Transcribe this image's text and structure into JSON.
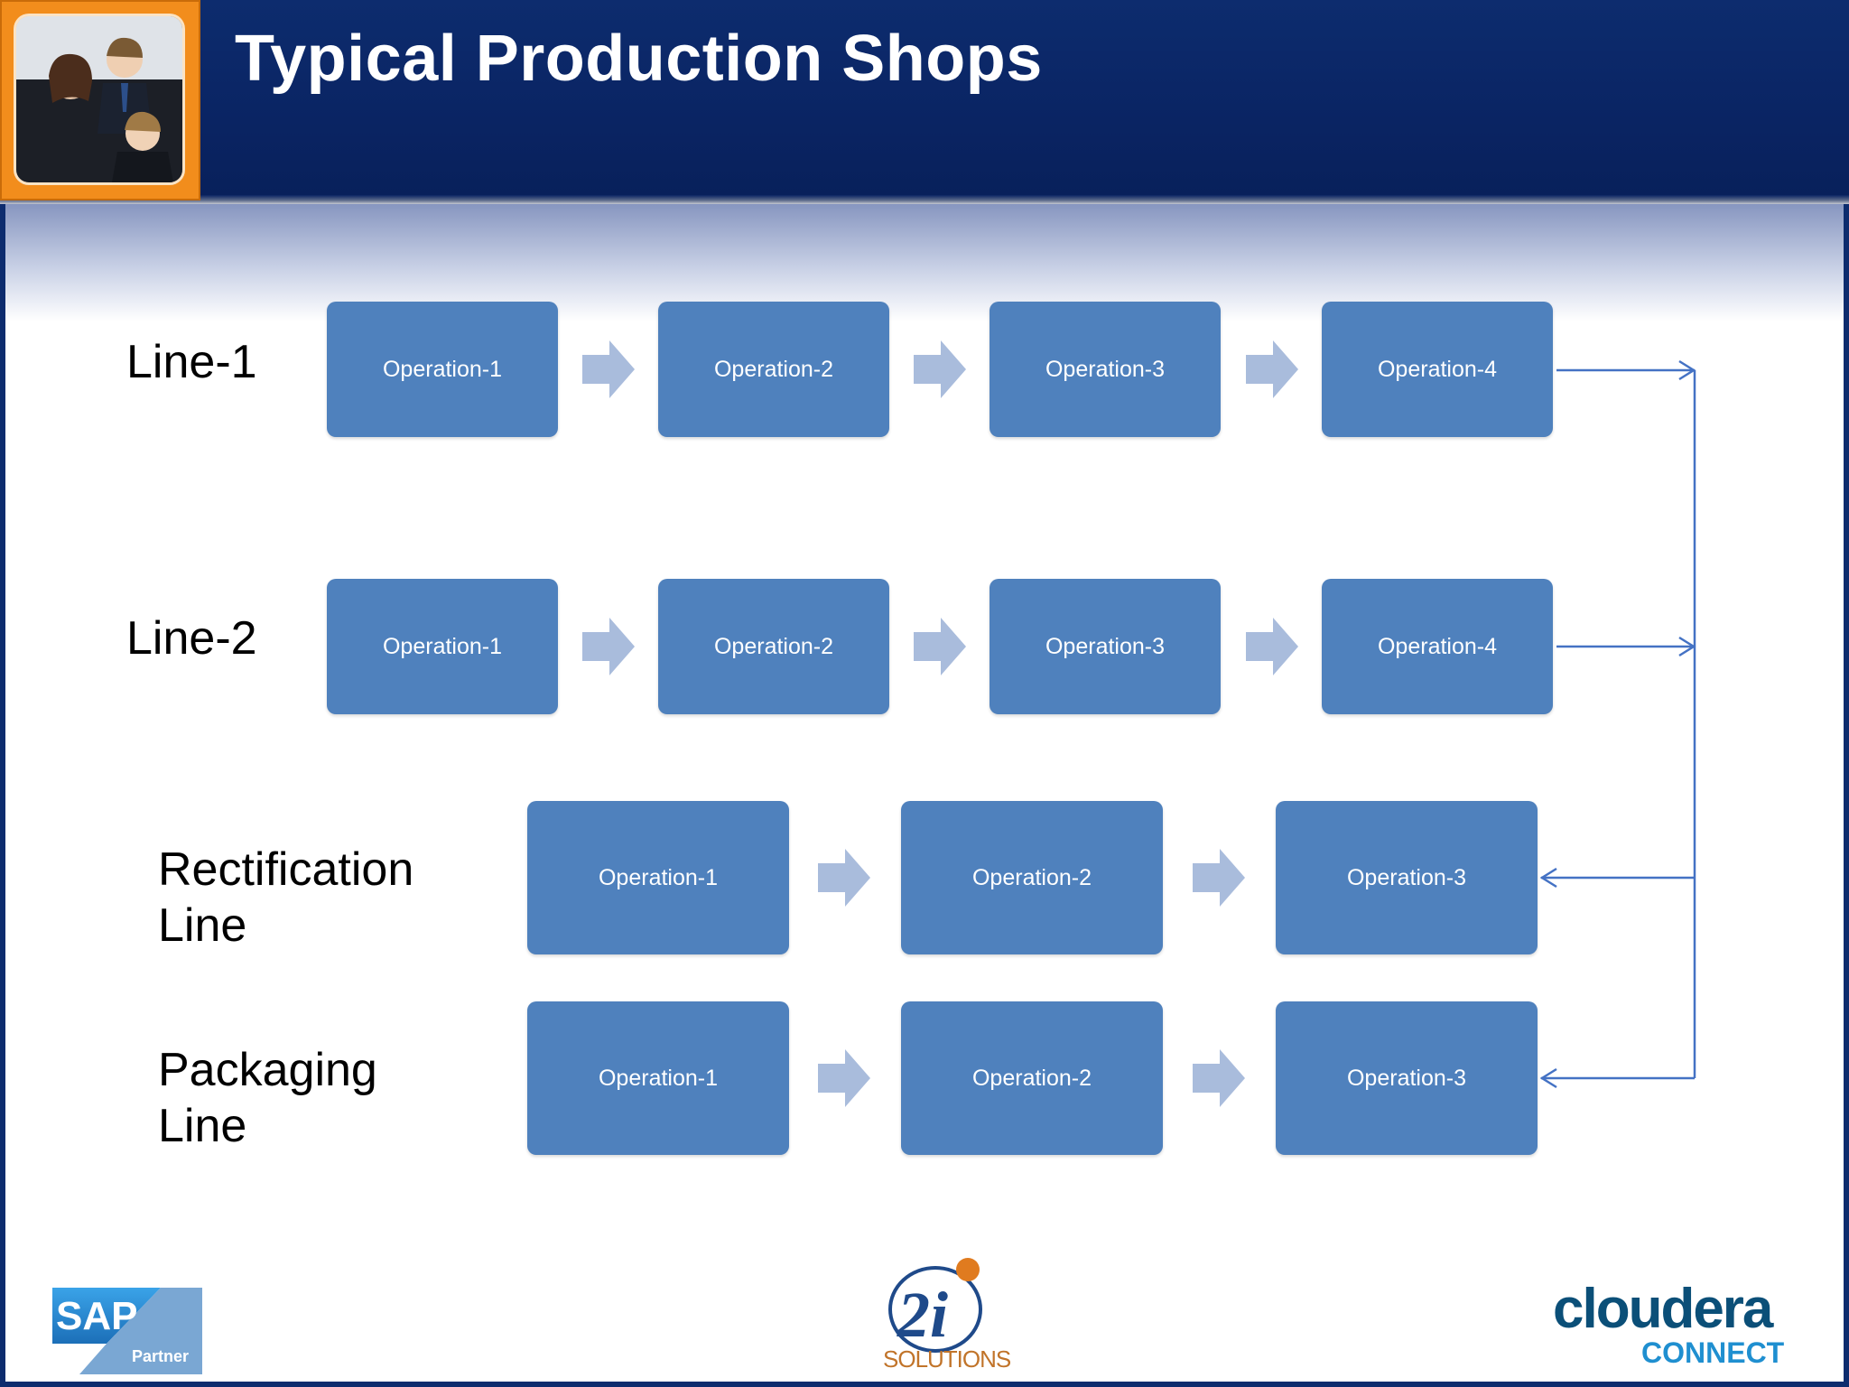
{
  "title": "Typical Production Shops",
  "colors": {
    "header": "#0d2c6e",
    "box": "#4f81bd",
    "arrow": "#a9bcdc",
    "connector": "#4472c4"
  },
  "lines": [
    {
      "label": "Line-1",
      "operations": [
        "Operation-1",
        "Operation-2",
        "Operation-3",
        "Operation-4"
      ]
    },
    {
      "label": "Line-2",
      "operations": [
        "Operation-1",
        "Operation-2",
        "Operation-3",
        "Operation-4"
      ]
    },
    {
      "label": "Rectification\nLine",
      "operations": [
        "Operation-1",
        "Operation-2",
        "Operation-3"
      ]
    },
    {
      "label": "Packaging\nLine",
      "operations": [
        "Operation-1",
        "Operation-2",
        "Operation-3"
      ]
    }
  ],
  "logos": {
    "sap": "SAP",
    "sap_sub": "Partner",
    "twoi": "2i",
    "twoi_sub": "SOLUTIONS",
    "cloudera": "cloudera",
    "cloudera_sub": "CONNECT"
  }
}
